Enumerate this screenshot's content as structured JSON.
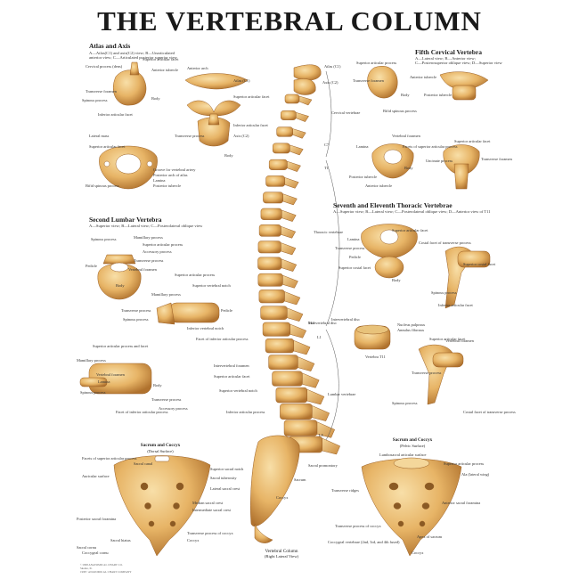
{
  "title": "THE VERTEBRAL COLUMN",
  "colors": {
    "bone_light": "#f3cf8e",
    "bone_mid": "#e0a757",
    "bone_dark": "#a8692a",
    "text": "#1a1a1a"
  },
  "sections": {
    "atlas_axis": {
      "heading": "Atlas and Axis",
      "subtitle": [
        "A—Atlas(C1) and axis(C2) view; B—Unarticulated",
        "anterior view; C—Articulated posterior superior view"
      ],
      "labels": [
        "Cervical process (dens)",
        "Anterior tubercle",
        "Transverse foramen",
        "Superior articular facet",
        "Spinous process",
        "Inferior articular facet",
        "Body",
        "Lateral mass",
        "Superior articular facet",
        "Atlas (C1)",
        "Groove for vertebral artery",
        "Posterior arch of atlas",
        "Lamina",
        "Posterior tubercle",
        "Superior articular facet",
        "Anterior arch",
        "Transverse process",
        "Inferior articular facet",
        "Axis (C2)",
        "Body",
        "Bifid spinous process"
      ]
    },
    "fifth_cervical": {
      "heading": "Fifth Cervical Vertebra",
      "subtitle": [
        "A—Lateral view; B—Anterior view;",
        "C—Posterosuperior oblique view; D—Superior view"
      ],
      "labels": [
        "Superior articular process",
        "Anterior tubercle",
        "Body",
        "Bifid spinous process",
        "Transverse foramen",
        "Posterior tubercle",
        "Lamina",
        "Vertebral foramen",
        "Facets of superior articular process",
        "Uncinate process",
        "Body",
        "Posterior tubercle",
        "Anterior tubercle",
        "Transverse foramen",
        "Superior articular facet"
      ]
    },
    "thoracic": {
      "heading": "Seventh and Eleventh Thoracic Vertebrae",
      "subtitle": [
        "A—Superior view; B—Lateral view; C—Posterolateral oblique view; D—Anterior view of T11"
      ],
      "labels": [
        "Superior articular facet",
        "Lamina",
        "Transverse process",
        "Costal facet of transverse process",
        "Pedicle",
        "Superior costal facet",
        "Body",
        "Spinous process",
        "Inferior articular facet",
        "Superior costal facet",
        "Intervertebral disc",
        "Nucleus pulposus",
        "Annulus fibrosus",
        "Vertebra T11",
        "Superior articular facet",
        "Vertebral foramen",
        "Transverse process",
        "Spinous process",
        "Costal facet of transverse process"
      ]
    },
    "lumbar": {
      "heading": "Second Lumbar Vertebra",
      "subtitle": [
        "A—Superior view; B—Lateral view; C—Posterolateral oblique view"
      ],
      "labels": [
        "Spinous process",
        "Mamillary process",
        "Superior articular process",
        "Accessory process",
        "Transverse process",
        "Pedicle",
        "Vertebral foramen",
        "Body",
        "Superior articular process",
        "Superior vertebral notch",
        "Mamillary process",
        "Pedicle",
        "Transverse process",
        "Spinous process",
        "Inferior vertebral notch",
        "Facet of inferior articular process",
        "Superior articular process and facet",
        "Mamillary process",
        "Vertebral foramen",
        "Lamina",
        "Body",
        "Spinous process",
        "Transverse process",
        "Accessory process",
        "Facet of inferior articular process"
      ]
    },
    "column": {
      "caption": "Vertebral Column",
      "caption_sub": "(Right Lateral View)",
      "labels": [
        "Atlas (C1)",
        "Axis (C2)",
        "C7",
        "Cervical vertebrae",
        "T1",
        "Thoracic vertebrae",
        "T12",
        "L1",
        "Lumbar vertebrae",
        "L5",
        "Intervertebral disc",
        "Intervertebral foramen",
        "Superior articular facet",
        "Superior vertebral notch",
        "Sacral promontory",
        "Sacrum",
        "Coccyx",
        "Inferior articular process"
      ]
    },
    "sacrum_dorsal": {
      "heading": "Sacrum and Coccyx",
      "heading_sub": "(Dorsal Surface)",
      "labels": [
        "Facets of superior articular process",
        "Sacral canal",
        "Superior sacral notch",
        "Auricular surface",
        "Sacral tuberosity",
        "Lateral sacral crest",
        "Median sacral crest",
        "Intermediate sacral crest",
        "Posterior sacral foramina",
        "Sacral hiatus",
        "Sacral cornu",
        "Coccygeal cornu",
        "Transverse process of coccyx",
        "Coccyx"
      ]
    },
    "sacrum_pelvic": {
      "heading": "Sacrum and Coccyx",
      "heading_sub": "(Pelvic Surface)",
      "labels": [
        "Lumbosacral articular surface",
        "Superior articular process",
        "Ala (lateral wing)",
        "Transverse ridges",
        "Anterior sacral foramina",
        "Transverse process of coccyx",
        "Coccygeal vertebrae (2nd, 3rd, and 4th fused)",
        "Apex of sacrum",
        "Coccyx"
      ]
    }
  },
  "copyright": [
    "©1998 ANATOMICAL CHART CO.",
    "Skokie, IL",
    "1998 • ANATOMICAL CHART COMPANY"
  ]
}
